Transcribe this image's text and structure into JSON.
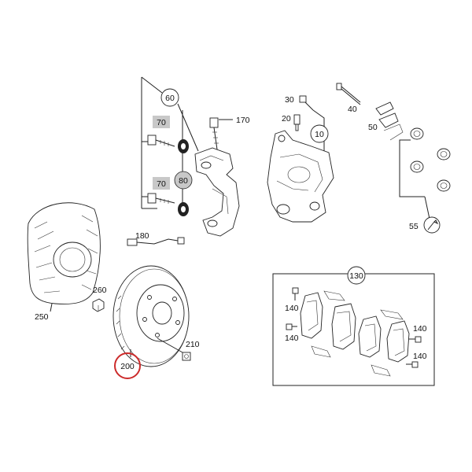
{
  "diagram": {
    "callouts": {
      "c10": "10",
      "c20": "20",
      "c30": "30",
      "c40": "40",
      "c50": "50",
      "c55": "55",
      "c60": "60",
      "c70a": "70",
      "c70b": "70",
      "c80": "80",
      "c130": "130",
      "c140a": "140",
      "c140b": "140",
      "c140c": "140",
      "c140d": "140",
      "c170": "170",
      "c180": "180",
      "c200": "200",
      "c210": "210",
      "c250": "250",
      "c260": "260"
    },
    "colors": {
      "highlight": "#cc2b2b",
      "gray_tag": "#c8c8c8",
      "line": "#222222"
    },
    "highlighted_callout": "200"
  }
}
